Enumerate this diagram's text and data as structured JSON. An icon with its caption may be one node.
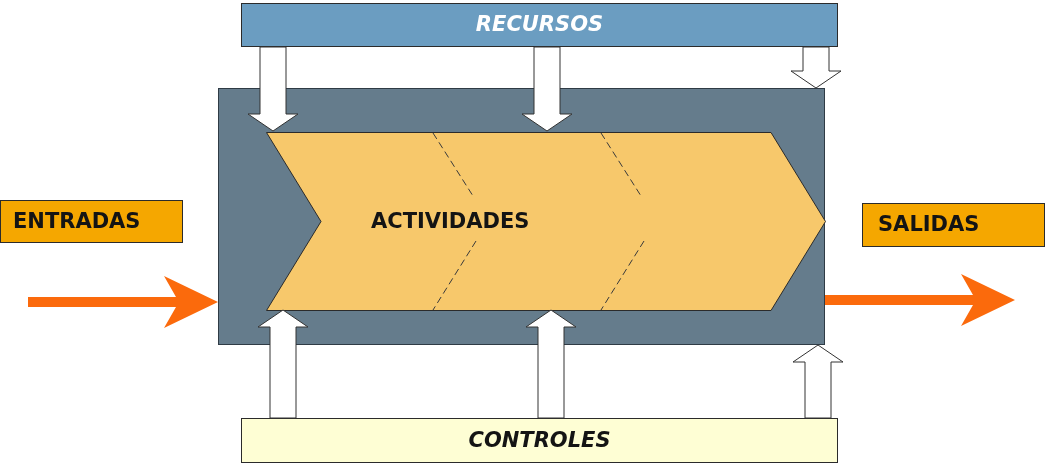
{
  "diagram": {
    "nodes": [
      {
        "text": [
          "RECURSOS"
        ]
      },
      {
        "text": [],
        "shape": "box"
      },
      {
        "text": [
          "ACTIVIDADES"
        ],
        "in": 1
      },
      {
        "text": [
          "ENTRADAS"
        ]
      },
      {
        "text": [
          "SALIDAS"
        ]
      },
      {
        "text": [
          "CONTROLES"
        ]
      }
    ],
    "edges": [
      {
        "from": 0,
        "to": 2,
        "arrow": "to"
      },
      {
        "from": 0,
        "to": 2,
        "arrow": "to"
      },
      {
        "from": 0,
        "to": 1,
        "arrow": "to"
      },
      {
        "from": null,
        "to": 1,
        "arrow": "to",
        "style": "thick",
        "color": "#fb6a0c"
      },
      {
        "from": 1,
        "to": null,
        "arrow": "to",
        "style": "thick",
        "color": "#fb6a0c"
      },
      {
        "from": 5,
        "to": 2,
        "arrow": "to"
      },
      {
        "from": 5,
        "to": 2,
        "arrow": "to"
      },
      {
        "from": 5,
        "to": 1,
        "arrow": "to"
      }
    ]
  }
}
